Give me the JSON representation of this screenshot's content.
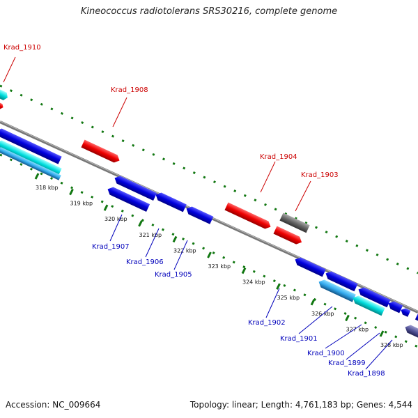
{
  "title": "Kineococcus radiotolerans SRS30216, complete genome",
  "accession": "Accession: NC_009664",
  "summary": "Topology: linear; Length: 4,761,183 bp; Genes: 4,544",
  "colors": {
    "forward_gene": "#ee0000",
    "reverse_gene": "#0000dd",
    "cyan_gene": "#00dddd",
    "gray_gene": "#666666",
    "backbone": "#888888",
    "dash": "#117711",
    "forward_label": "#cc0000",
    "reverse_label": "#0000bb"
  },
  "ticks": [
    "318 kbp",
    "319 kbp",
    "320 kbp",
    "321 kbp",
    "322 kbp",
    "323 kbp",
    "324 kbp",
    "325 kbp",
    "326 kbp",
    "327 kbp",
    "328 kbp"
  ],
  "forward_labels": [
    "Krad_1910",
    "Krad_1908",
    "Krad_1904",
    "Krad_1903"
  ],
  "reverse_labels": [
    "Krad_1907",
    "Krad_1906",
    "Krad_1905",
    "Krad_1902",
    "Krad_1901",
    "Krad_1900",
    "Krad_1899",
    "Krad_1898"
  ]
}
